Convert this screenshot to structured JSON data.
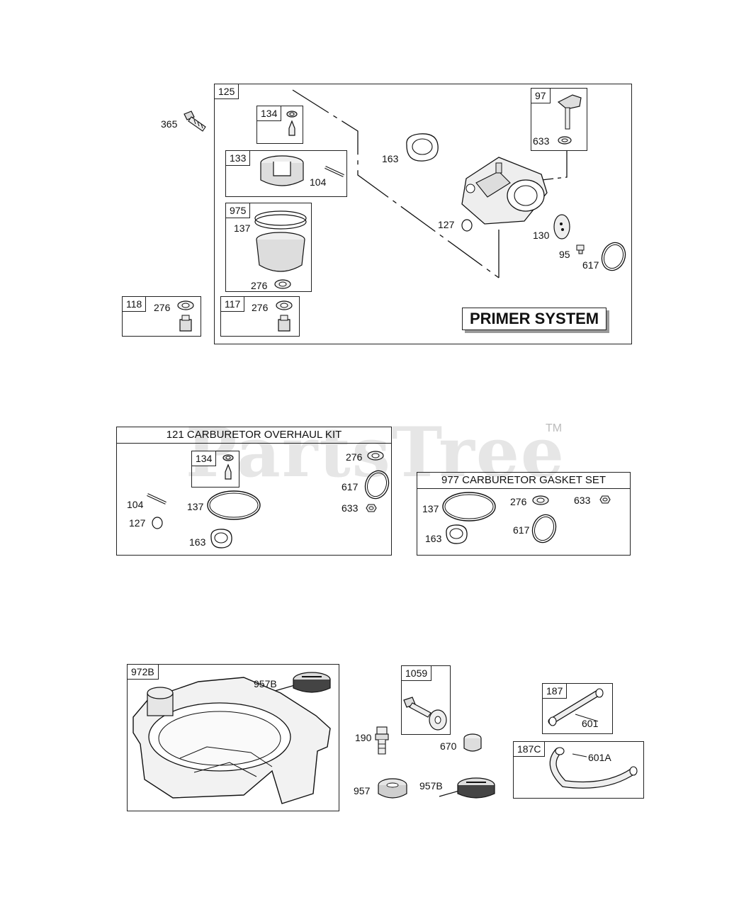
{
  "watermark": {
    "brand": "PartsTree",
    "tm": "TM"
  },
  "primer": {
    "title": "PRIMER SYSTEM",
    "main_tag": "125",
    "sub_134": {
      "tag": "134"
    },
    "sub_133": {
      "tag": "133",
      "part": "104"
    },
    "sub_975": {
      "tag": "975",
      "part_a": "137",
      "part_b": "276"
    },
    "sub_97": {
      "tag": "97",
      "part": "633"
    },
    "sub_117": {
      "tag": "117",
      "part": "276"
    },
    "labels": {
      "l163": "163",
      "l127": "127",
      "l130": "130",
      "l95": "95",
      "l617": "617"
    }
  },
  "outside": {
    "l365": "365",
    "sub_118": {
      "tag": "118",
      "part": "276"
    }
  },
  "kit121": {
    "title": "121 CARBURETOR OVERHAUL KIT",
    "sub_134": {
      "tag": "134"
    },
    "labels": {
      "l276": "276",
      "l617": "617",
      "l633": "633",
      "l104": "104",
      "l137": "137",
      "l127": "127",
      "l163": "163"
    }
  },
  "kit977": {
    "title": "977 CARBURETOR GASKET SET",
    "labels": {
      "l276": "276",
      "l633": "633",
      "l137": "137",
      "l617": "617",
      "l163": "163"
    }
  },
  "fuel": {
    "tank": {
      "tag": "972B",
      "cap": "957B"
    },
    "sub_1059": {
      "tag": "1059"
    },
    "labels": {
      "l190": "190",
      "l670": "670",
      "l957": "957",
      "l957b": "957B"
    },
    "sub_187": {
      "tag": "187",
      "part": "601"
    },
    "sub_187c": {
      "tag": "187C",
      "part": "601A"
    }
  }
}
